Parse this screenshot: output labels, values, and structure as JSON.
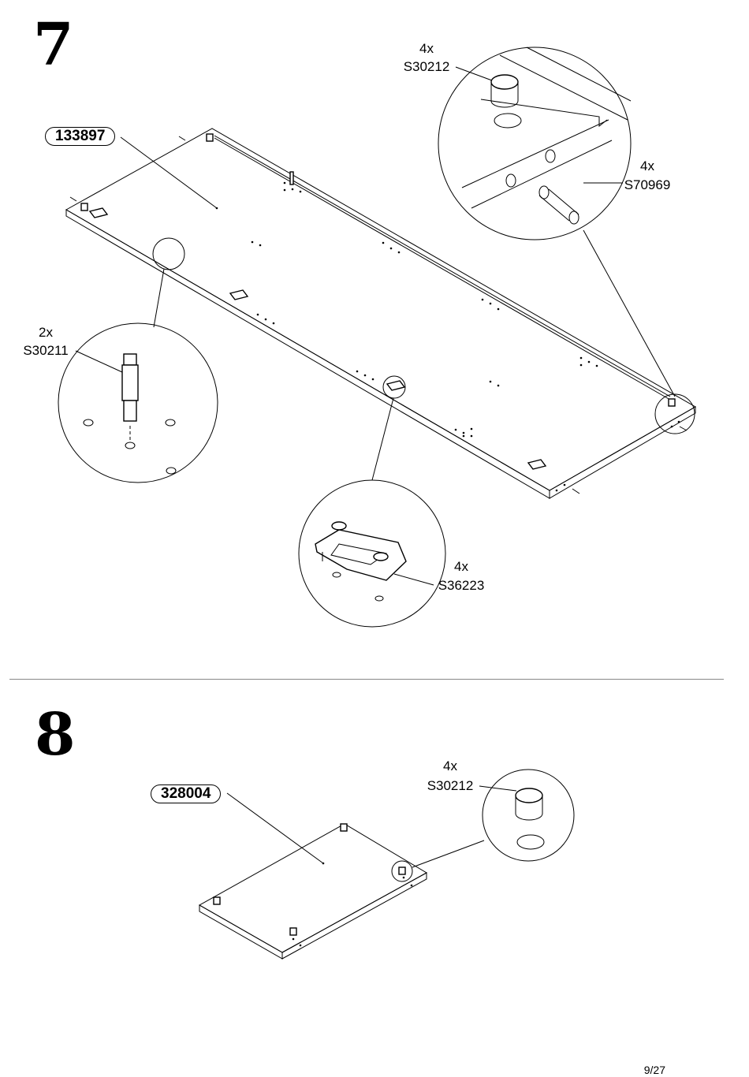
{
  "page": {
    "number": "9/27"
  },
  "steps": [
    {
      "number": "7",
      "panel_code": "133897",
      "callouts": [
        {
          "qty": "4x",
          "code": "S30212",
          "part": "cam-lock"
        },
        {
          "qty": "4x",
          "code": "S70969",
          "part": "wooden-dowel"
        },
        {
          "qty": "2x",
          "code": "S30211",
          "part": "cam-bolt"
        },
        {
          "qty": "4x",
          "code": "S36223",
          "part": "hinge-mounting-plate"
        }
      ]
    },
    {
      "number": "8",
      "panel_code": "328004",
      "callouts": [
        {
          "qty": "4x",
          "code": "S30212",
          "part": "cam-lock"
        }
      ]
    }
  ]
}
